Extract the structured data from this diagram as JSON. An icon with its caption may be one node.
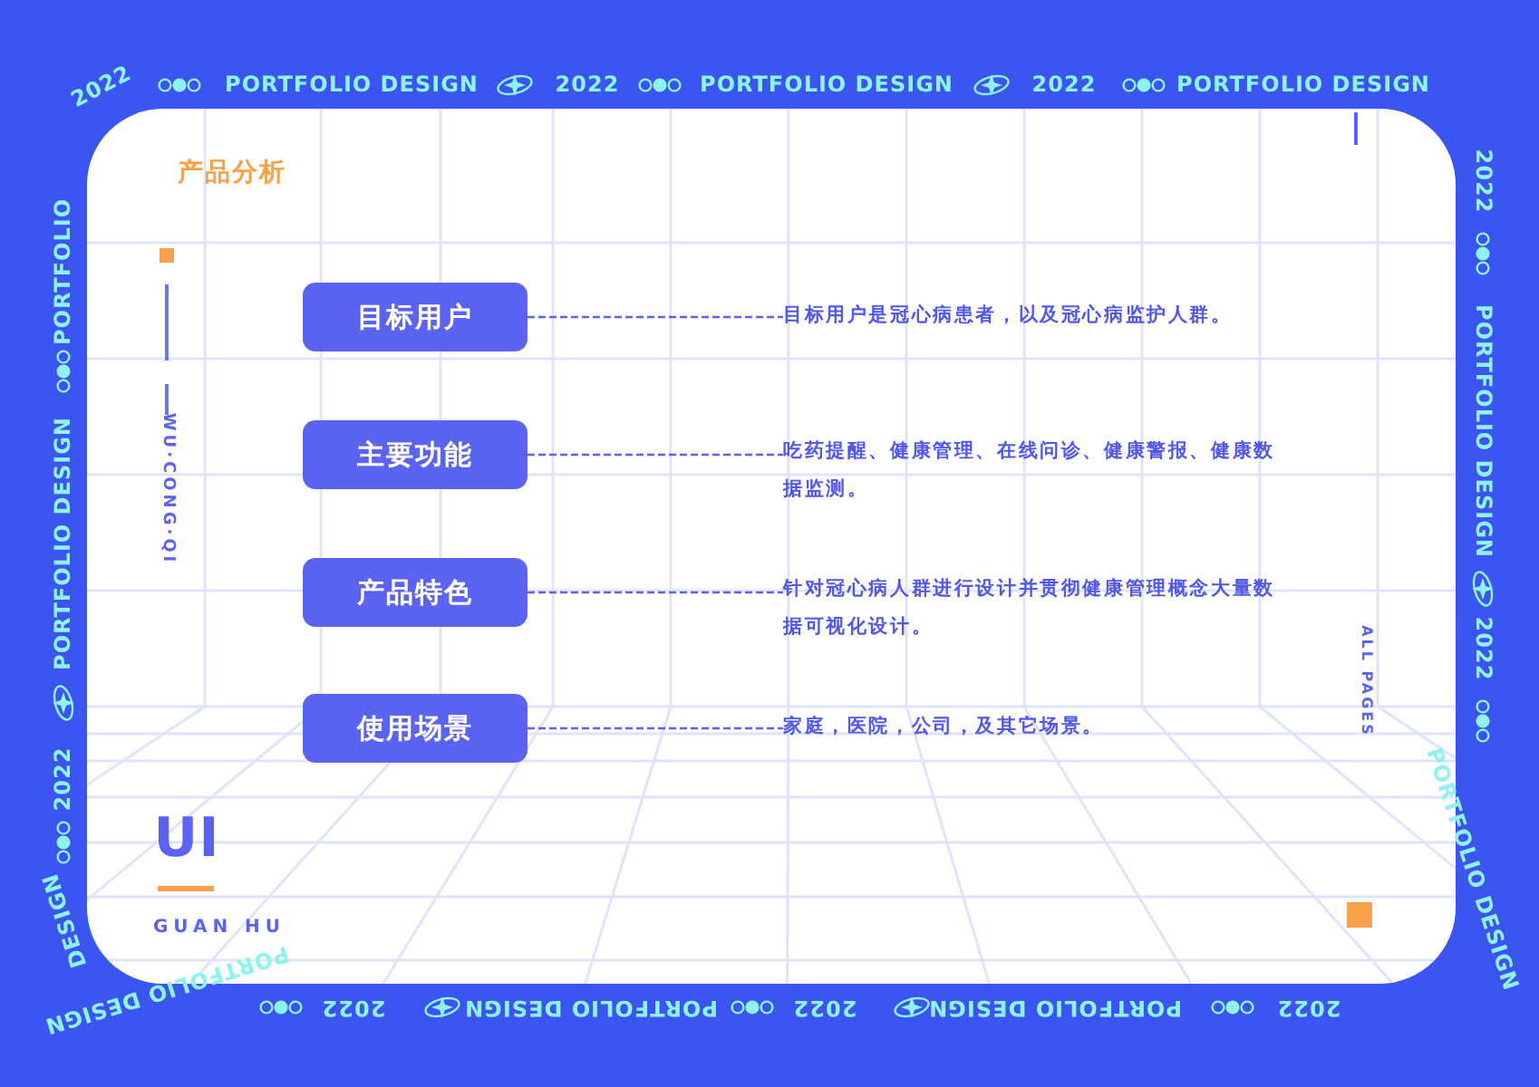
{
  "diagram": {
    "nodes": [
      {
        "text": [
          "目标用户"
        ]
      },
      {
        "text": [
          "主要功能"
        ]
      },
      {
        "text": [
          "产品特色"
        ]
      },
      {
        "text": [
          "使用场景"
        ]
      },
      {
        "text": [
          "目标用户是冠心病患者，以及冠心病监护人群。"
        ]
      },
      {
        "text": [
          "吃药提醒、健康管理、在线问诊、健康警报、健康数据监测。"
        ]
      },
      {
        "text": [
          "针对冠心病人群进行设计并贯彻健康管理概念大量数据可视化设计。"
        ]
      },
      {
        "text": [
          "家庭，医院，公司，及其它场景。"
        ]
      }
    ],
    "edges": [
      {
        "from": 0,
        "to": 4,
        "arrow": "none",
        "style": "dashed"
      },
      {
        "from": 1,
        "to": 5,
        "arrow": "none",
        "style": "dashed"
      },
      {
        "from": 2,
        "to": 6,
        "arrow": "none",
        "style": "dashed"
      },
      {
        "from": 3,
        "to": 7,
        "arrow": "none",
        "style": "dashed"
      }
    ],
    "labels": [
      "2022",
      "PORTFOLIO DESIGN",
      "2022",
      "PORTFOLIO DESIGN",
      "2022",
      "PORTFOLIO DESIGN",
      "PORTFOLIO",
      "2022",
      "PORTFOLIO DESIGN",
      "2022",
      "PORTFOLIO DESIGN",
      "DESIGN",
      "PORTFOLIO DESIGN",
      "2022",
      "产品分析",
      "WU·CONG·QI",
      "ALL PAGES",
      "UI",
      "GUAN HU",
      "2022",
      "PORTFOLIO DESIGN",
      "2022",
      "PORTFOLIO DESIGN",
      "2022",
      "PORTFOLIO DESIGN"
    ]
  }
}
